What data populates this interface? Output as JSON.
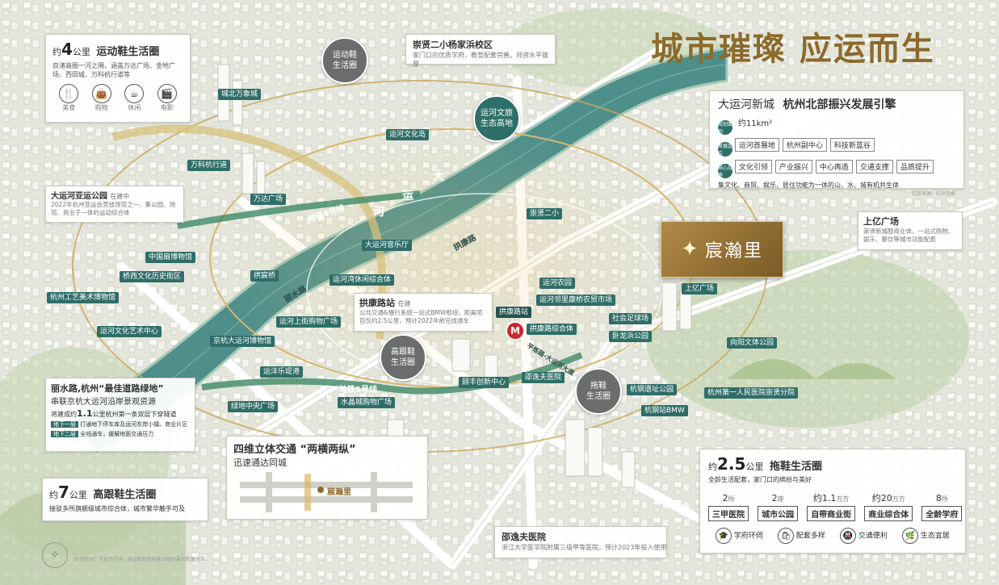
{
  "colors": {
    "river": "#4f8f8b",
    "gold": "#8c6a2c",
    "teal_label": "#2f6e68",
    "ground": "#e9ecdf",
    "project_tile": "#9b7b3e"
  },
  "headline": "城市璀璨 应运而生",
  "project": {
    "name": "宸瀚里"
  },
  "card_sport": {
    "prefix": "约",
    "km": "4",
    "unit": "公里",
    "title": "运动鞋生活圈",
    "desc": "良渚商圈一河之隔，涵盖万达广场、金地广场、西田城、万科杭行道等",
    "icons": [
      {
        "icon": "food-icon",
        "label": "美食"
      },
      {
        "icon": "shopping-icon",
        "label": "购物"
      },
      {
        "icon": "leisure-icon",
        "label": "休闲"
      },
      {
        "icon": "cinema-icon",
        "label": "电影"
      }
    ]
  },
  "card_school": {
    "title": "崇贤二小杨家浜校区",
    "desc": "家门口的优质学府，教育配套完善，师资水平雄厚"
  },
  "card_district": {
    "left": "大运河新城",
    "right": "杭州北部振兴发展引擎",
    "rows": [
      {
        "k": "规划面积",
        "v": [
          "约11km²"
        ]
      },
      {
        "k": "发展定位",
        "v": [
          "运河首展地",
          "杭州副中心",
          "科技新蓝谷"
        ]
      },
      {
        "k": "核心战略",
        "v": [
          "文化引领",
          "产业振兴",
          "中心再造",
          "交通支撑",
          "品质提升"
        ]
      }
    ],
    "footer": "集文化、商贸、娱乐、居住功能为一体的山、水、城有机共生体",
    "source": "信息来源：杭州日报"
  },
  "card_asian": {
    "title": "大运河亚运公园",
    "tag": "在建中",
    "desc": "2022年杭州亚运会竞技场馆之一，集公园、场馆、商业于一体的运动综合体"
  },
  "card_shangyi": {
    "title": "上亿广场",
    "desc": "崇贤新城醇商业体，一站式购物、娱乐、餐饮等城市功能配套"
  },
  "card_gongkang": {
    "title": "拱康路站",
    "tag": "在建",
    "desc": "公共交通&慢行系统一站式BMW枢纽，距离项目仅约2.5公里，预计2022年前完成通车"
  },
  "card_lishui": {
    "title": "丽水路,杭州“最佳道路绿地”",
    "subtitle": "串联京杭大运河沿岸景观资源",
    "desc_pre": "将建成约",
    "desc_num": "1.1",
    "desc_post": "公里杭州第一条双层下穿隧道",
    "rows": [
      {
        "k": "地下一层",
        "v": "打通地下停车库及运河东岸小镇、商业片区"
      },
      {
        "k": "地下二层",
        "v": "全线通车，缓解地面交通压力"
      }
    ]
  },
  "card_traffic": {
    "title": "四维立体交通 “两横两纵”",
    "subtitle": "迅速通达同城",
    "map_label": "宸瀚里"
  },
  "card_heel": {
    "prefix": "约",
    "km": "7",
    "unit": "公里",
    "title": "高跟鞋生活圈",
    "desc": "接驳多所旗舰级城市综合体，城市繁华触手可及"
  },
  "card_hospital": {
    "title": "邵逸夫医院",
    "desc": "浙江大学医学院附属三级甲等医院，预计2023年投入使用"
  },
  "card_slipper": {
    "prefix": "约",
    "km": "2.5",
    "unit": "公里",
    "title": "拖鞋生活圈",
    "desc": "全龄生活配套，家门口的缤纷与美好",
    "stats": [
      {
        "num": "2",
        "unit": "所",
        "label": "三甲医院"
      },
      {
        "num": "2",
        "unit": "座",
        "label": "城市公园"
      },
      {
        "num": "约1.1",
        "unit": "万方",
        "label": "自带商业街"
      },
      {
        "num": "约20",
        "unit": "万方",
        "label": "商业综合体"
      },
      {
        "num": "8",
        "unit": "所",
        "label": "全龄学府"
      }
    ],
    "icons": [
      {
        "icon": "school-icon",
        "label": "学府环伺"
      },
      {
        "icon": "facility-icon",
        "label": "配套多样"
      },
      {
        "icon": "traffic-icon",
        "label": "交通便利"
      },
      {
        "icon": "eco-icon",
        "label": "生态宜居"
      }
    ]
  },
  "badges": {
    "sport": "运动鞋\n生活圈",
    "canal": "运河文旅\n生态高地",
    "heel": "高跟鞋\n生活圈",
    "slipper": "拖鞋\n生活圈"
  },
  "places": [
    {
      "id": "wanxiang",
      "text": "城北万象城"
    },
    {
      "id": "vanke",
      "text": "万科杭行道"
    },
    {
      "id": "wanda",
      "text": "万达广场"
    },
    {
      "id": "yunhe-culture",
      "text": "运河文化岛"
    },
    {
      "id": "china-knife",
      "text": "中国扇博物馆"
    },
    {
      "id": "qiaoxi",
      "text": "桥西文化历史街区"
    },
    {
      "id": "craft",
      "text": "杭州工艺美术博物馆"
    },
    {
      "id": "gongchen",
      "text": "拱宸桥"
    },
    {
      "id": "music",
      "text": "大运河音乐厅"
    },
    {
      "id": "bay",
      "text": "运河湾休闲综合体"
    },
    {
      "id": "art-center",
      "text": "运河文化艺术中心"
    },
    {
      "id": "upper-street",
      "text": "运河上街购物广场"
    },
    {
      "id": "jinghang",
      "text": "京杭大运河博物馆"
    },
    {
      "id": "yunyang",
      "text": "运洋乐堤港"
    },
    {
      "id": "green-plaza",
      "text": "绿地中央广场"
    },
    {
      "id": "shuijing",
      "text": "水晶城购物广场"
    },
    {
      "id": "chongxian2",
      "text": "崇贤二小"
    },
    {
      "id": "farm",
      "text": "运河农园"
    },
    {
      "id": "neighbor",
      "text": "运河邻里康桥农贸市场"
    },
    {
      "id": "gongkang-mix",
      "text": "拱康路综合体"
    },
    {
      "id": "football",
      "text": "社会足球场"
    },
    {
      "id": "wolong",
      "text": "卧龙浜公园"
    },
    {
      "id": "xiangyang",
      "text": "向阳文体公园"
    },
    {
      "id": "shangyi-pin",
      "text": "上亿广场"
    },
    {
      "id": "innovation",
      "text": "顾丰创新中心"
    },
    {
      "id": "shaoyifu-pin",
      "text": "邵逸夫医院"
    },
    {
      "id": "site-park",
      "text": "杭钢遗址公园"
    },
    {
      "id": "bmw",
      "text": "杭钢站BMW"
    },
    {
      "id": "first-hosp",
      "text": "杭州第一人民医院崇贤分院"
    },
    {
      "id": "gongkang-station",
      "text": "拱康路站"
    }
  ],
  "roads": [
    {
      "id": "line4",
      "text": "地铁4号线"
    },
    {
      "id": "line5",
      "text": "地铁5号线"
    },
    {
      "id": "gongkang-rd",
      "text": "拱康路"
    },
    {
      "id": "pingchong",
      "text": "平炼路-大运河大道"
    },
    {
      "id": "lishui-rd",
      "text": "丽水路"
    },
    {
      "id": "dayunhe-1",
      "text": "大"
    },
    {
      "id": "dayunhe-2",
      "text": "运"
    },
    {
      "id": "dayunhe-3",
      "text": "河"
    }
  ],
  "disclaimer": "本资料为广告宣传内容，周边规划及配套以政府最终批复为准。"
}
